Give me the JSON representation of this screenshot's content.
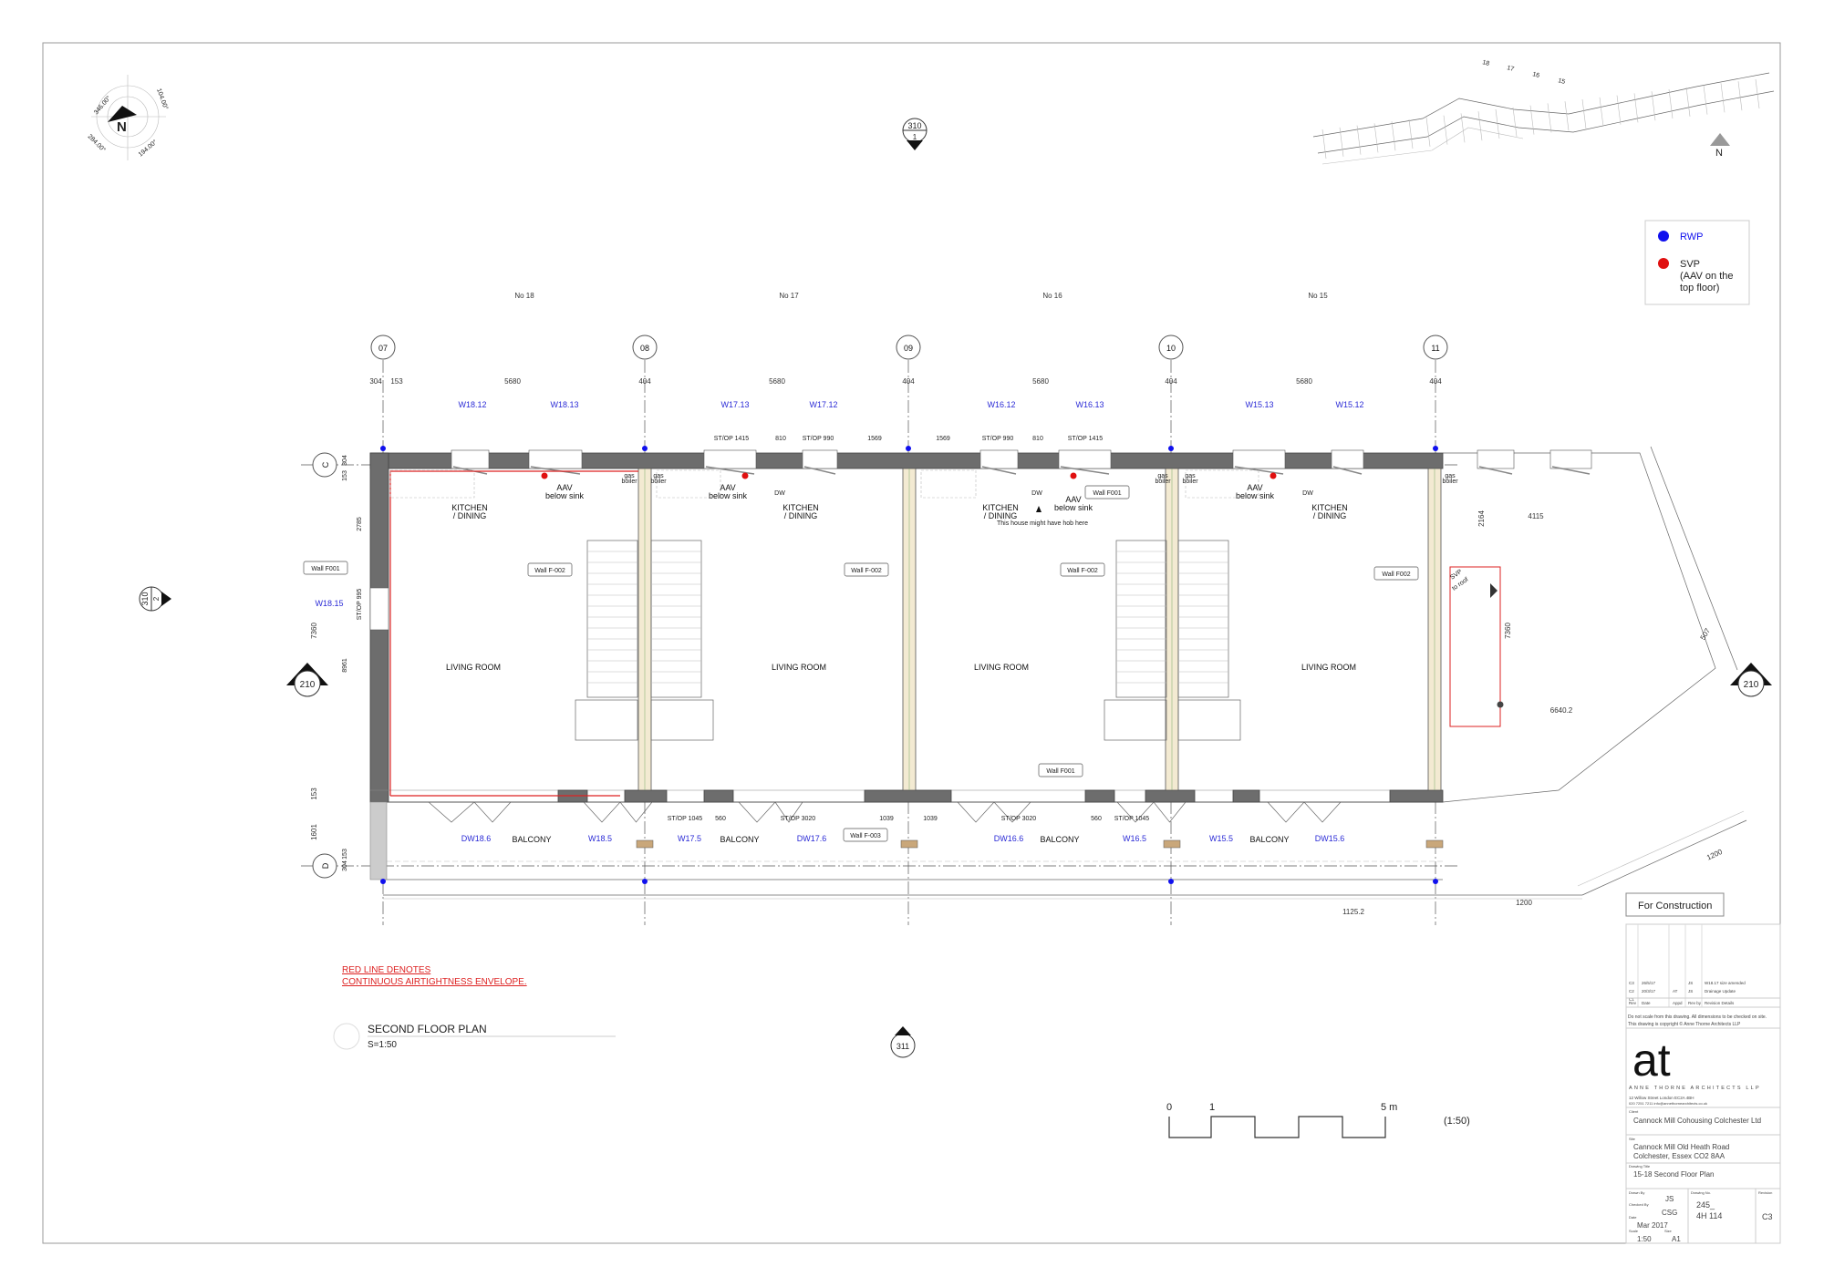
{
  "colors": {
    "rwp": "#1010ee",
    "svp": "#e01010",
    "tag": "#2b2bd6",
    "wall": "#6d6d6d",
    "airtight": "#d22222"
  },
  "compass": {
    "north": "N",
    "bearings": [
      "346.00°",
      "104.00°",
      "284.00°",
      "194.00°"
    ]
  },
  "site_plan": {
    "plots": [
      "18",
      "17",
      "16",
      "15"
    ],
    "north": "N"
  },
  "legend": [
    {
      "label": "RWP",
      "icon": "blue-dot-icon"
    },
    {
      "label": "SVP",
      "sub": [
        "(AAV on the",
        "top floor)"
      ],
      "icon": "red-dot-icon"
    }
  ],
  "section_markers": {
    "top": {
      "num": "310",
      "sheet": "1"
    },
    "left": {
      "num": "310",
      "sheet": "2"
    },
    "bottom": {
      "num": "311"
    },
    "west": "210",
    "east": "210"
  },
  "houses": [
    "No 18",
    "No 17",
    "No 16",
    "No 15"
  ],
  "grid_columns": [
    "07",
    "08",
    "09",
    "10",
    "11"
  ],
  "grid_rows": [
    "C",
    "D"
  ],
  "top_dims": [
    "304",
    "153",
    "5680",
    "404",
    "5680",
    "404",
    "5680",
    "404",
    "5680",
    "404"
  ],
  "top_window_tags": [
    "W18.12",
    "W18.13",
    "W17.13",
    "W17.12",
    "W16.12",
    "W16.13",
    "W15.13",
    "W15.12"
  ],
  "top_openings": [
    "ST/OP 1415",
    "810",
    "ST/OP 990",
    "1569",
    "1569",
    "ST/OP 990",
    "810",
    "ST/OP 1415"
  ],
  "left_dims": [
    "304",
    "153",
    "2785",
    "ST/OP 995",
    "8961",
    "153",
    "304",
    "7360",
    "153",
    "1601"
  ],
  "left_tag": "W18.15",
  "rooms": {
    "kitchen": [
      "KITCHEN",
      "/ DINING"
    ],
    "living": "LIVING ROOM",
    "balcony": "BALCONY",
    "aav": [
      "AAV",
      "below sink"
    ],
    "dw": "DW",
    "boiler": [
      "gas",
      "boiler"
    ],
    "hob_note": "This house might have  hob here"
  },
  "wall_labels": [
    "Wall F001",
    "Wall F-002",
    "Wall F-002",
    "Wall F001",
    "Wall F-002",
    "Wall F002",
    "Wall F001",
    "Wall F-003"
  ],
  "bottom_openings": [
    "ST/OP 1045",
    "560",
    "ST/OP 3020",
    "1039",
    "1039",
    "ST/OP 3020",
    "560",
    "ST/OP 1045"
  ],
  "bottom_window_tags": [
    "DW18.6",
    "W18.5",
    "W17.5",
    "DW17.6",
    "DW16.6",
    "W16.5",
    "W15.5",
    "DW15.6"
  ],
  "east_dims": [
    "4115",
    "2164",
    "7360",
    "6640.2",
    "507",
    "1200",
    "1200",
    "1125.2"
  ],
  "svp_note": [
    "SVP",
    "to roof"
  ],
  "airtight_note": [
    "RED LINE DENOTES",
    "CONTINUOUS AIRTIGHTNESS ENVELOPE."
  ],
  "plan_title": {
    "title": "SECOND FLOOR PLAN",
    "scale": "S=1:50"
  },
  "scale_bar": {
    "labels": [
      "0",
      "1",
      "5 m"
    ],
    "ratio": "(1:50)"
  },
  "title_block": {
    "status": "For Construction",
    "revisions": [
      {
        "rev": "C3",
        "date": "26/5/17",
        "appd": "",
        "by": "JS",
        "details": "W18.17 size amended"
      },
      {
        "rev": "C2",
        "date": "20/3/17",
        "appd": "AT",
        "by": "JS",
        "details": "Drainage Update"
      },
      {
        "rev": "C1",
        "date": "",
        "appd": "",
        "by": "",
        "details": ""
      }
    ],
    "rev_headers": [
      "Rev",
      "Date",
      "Appd",
      "Rev by",
      "Revision Details"
    ],
    "notes": [
      "Do not scale from this drawing. All dimensions to be checked on site.",
      "This drawing is copyright © Anne Thorne Architects LLP"
    ],
    "logo": "at",
    "firm": "ANNE THORNE ARCHITECTS LLP",
    "address": "12 Willow Street London EC2A 4BH",
    "contact": "020 7251 7211  info@annethornearchitects.co.uk",
    "client_label": "Client",
    "client": "Cannock Mill Cohousing Colchester Ltd",
    "site_label": "Site",
    "site": [
      "Cannock Mill Old Heath Road",
      "Colchester, Essex CO2 8AA"
    ],
    "title_label": "Drawing Title",
    "title": "15-18 Second Floor Plan",
    "drawn_label": "Drawn By",
    "drawn": "JS",
    "checked_label": "Checked By",
    "checked": "CSG",
    "date_label": "Date",
    "date": "Mar 2017",
    "scale_label": "Scale",
    "scale": "1:50",
    "size_label": "Size",
    "size": "A1",
    "number_label": "Drawing No.",
    "number": [
      "245_",
      "4H 114"
    ],
    "revision_label": "Revision",
    "revision": "C3"
  }
}
